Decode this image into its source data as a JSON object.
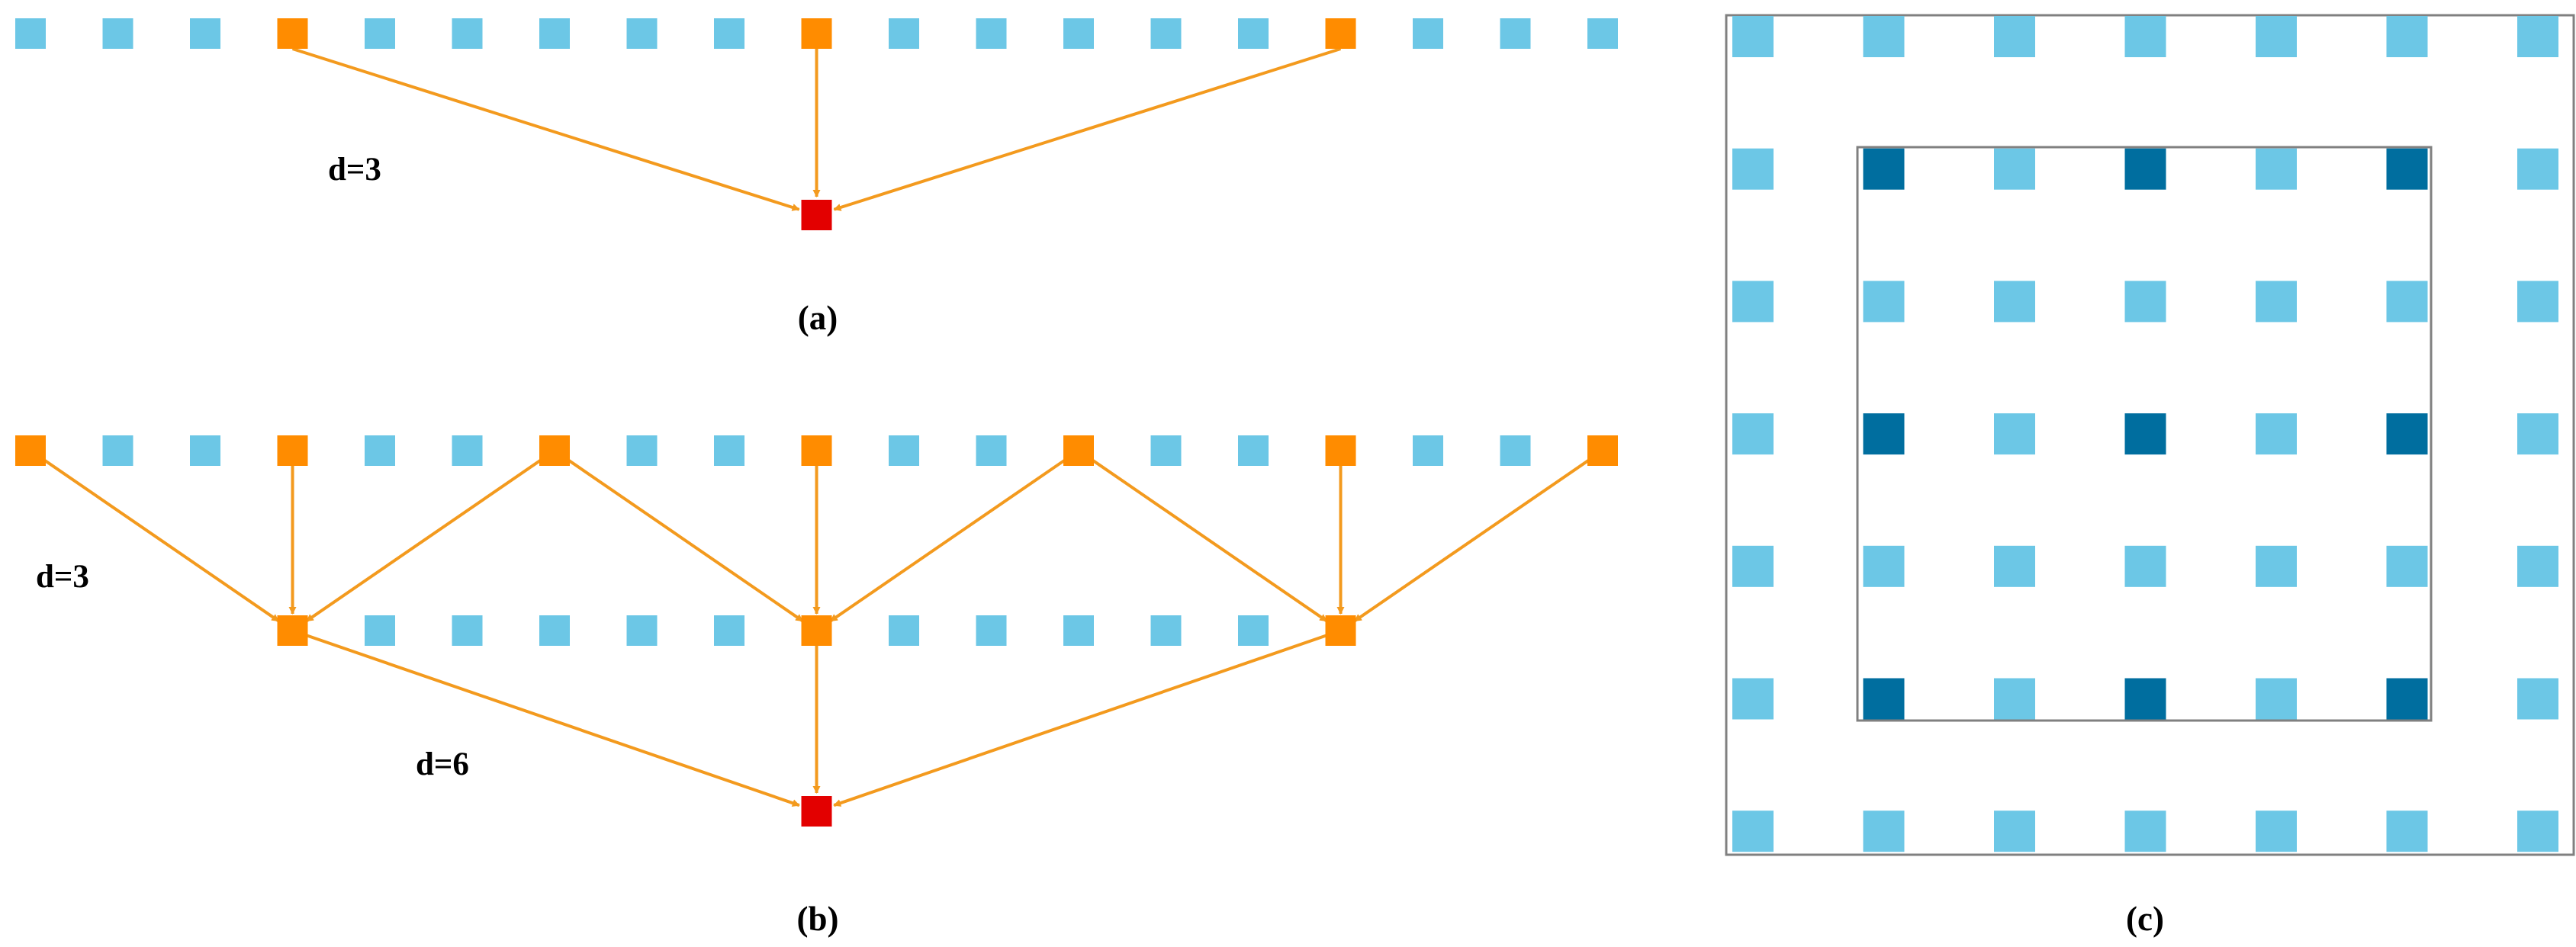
{
  "colors": {
    "background": "#ffffff",
    "inactive_cell": "#6cc7e6",
    "sampled_cell": "#ff8c00",
    "output_cell": "#e30000",
    "highlight_cell": "#006e9f",
    "arrow": "#f39a1e",
    "frame": "#808080"
  },
  "panel_a": {
    "caption": "(a)",
    "dilation_label": "d=3",
    "input_row": {
      "cell_count": 19,
      "sampled_indices": [
        3,
        9,
        15
      ]
    }
  },
  "panel_b": {
    "caption": "(b)",
    "dilation_label_lower": "d=3",
    "dilation_label_upper": "d=6",
    "input_row": {
      "cell_count": 19,
      "sampled_indices": [
        0,
        3,
        6,
        9,
        12,
        15,
        18
      ]
    },
    "middle_row": {
      "cell_range": [
        3,
        15
      ],
      "sampled_indices": [
        3,
        9,
        15
      ]
    }
  },
  "panel_c": {
    "caption": "(c)",
    "grid": {
      "rows": 7,
      "cols": 7,
      "highlighted_cells": [
        [
          1,
          1
        ],
        [
          1,
          3
        ],
        [
          1,
          5
        ],
        [
          3,
          1
        ],
        [
          3,
          3
        ],
        [
          3,
          5
        ],
        [
          5,
          1
        ],
        [
          5,
          3
        ],
        [
          5,
          5
        ]
      ]
    }
  }
}
